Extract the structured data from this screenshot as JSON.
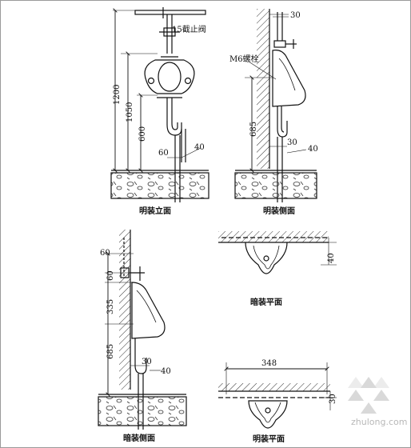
{
  "views": {
    "front": {
      "caption": "明装立面",
      "valve_label": "15截止阀",
      "dims": {
        "overall": "1200",
        "to_fixture": "1050",
        "to_waste": "600",
        "offset": "60",
        "pipe": "40"
      }
    },
    "side": {
      "caption": "明装侧面",
      "bolt_label": "M6螺栓",
      "dims": {
        "top": "30",
        "height": "685",
        "offset": "30",
        "pipe": "40"
      }
    },
    "concealed_side": {
      "caption": "暗装侧面",
      "dims": {
        "top": "60",
        "valve": "60",
        "mid": "335",
        "height": "685",
        "offset": "30",
        "pipe": "40"
      }
    },
    "concealed_plan": {
      "caption": "暗装平面",
      "dims": {
        "depth": "40"
      }
    },
    "exposed_plan": {
      "caption": "明装平面",
      "dims": {
        "width": "348",
        "depth": "30"
      }
    }
  },
  "watermark": {
    "text": "zhulong.com"
  },
  "colors": {
    "line": "#111111",
    "hatch": "#333333",
    "watermark": "#c0c0c0"
  }
}
